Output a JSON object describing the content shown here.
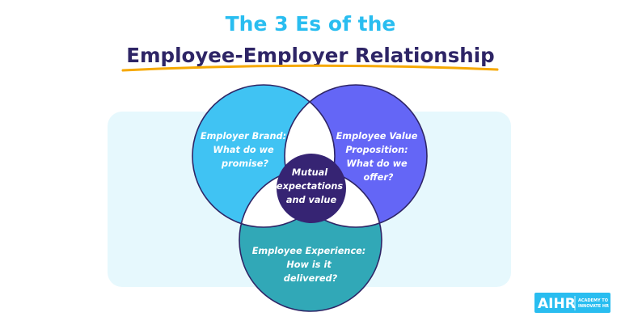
{
  "title": {
    "line1": "The 3 Es of the",
    "line2": "Employee-Employer Relationship"
  },
  "colors": {
    "title_accent": "#29bdf0",
    "title_dark": "#2e2566",
    "underline": "#f6a800",
    "backdrop": "#e6f8fd",
    "employer_brand": "#40c3f3",
    "employee_value_proposition": "#6466f6",
    "employee_experience": "#31a8b7",
    "center": "#362473",
    "outline": "#2e2566"
  },
  "venn": {
    "employer_brand": [
      "Employer Brand:",
      "What do we",
      "promise?"
    ],
    "employee_value_proposition": [
      "Employee Value",
      "Proposition:",
      "What do we",
      "offer?"
    ],
    "employee_experience": [
      "Employee Experience:",
      "How is it",
      "delivered?"
    ],
    "center": [
      "Mutual",
      "expectations",
      "and value"
    ]
  },
  "logo": {
    "main": "AIHR",
    "sub_line1": "ACADEMY TO",
    "sub_line2": "INNOVATE HR"
  }
}
